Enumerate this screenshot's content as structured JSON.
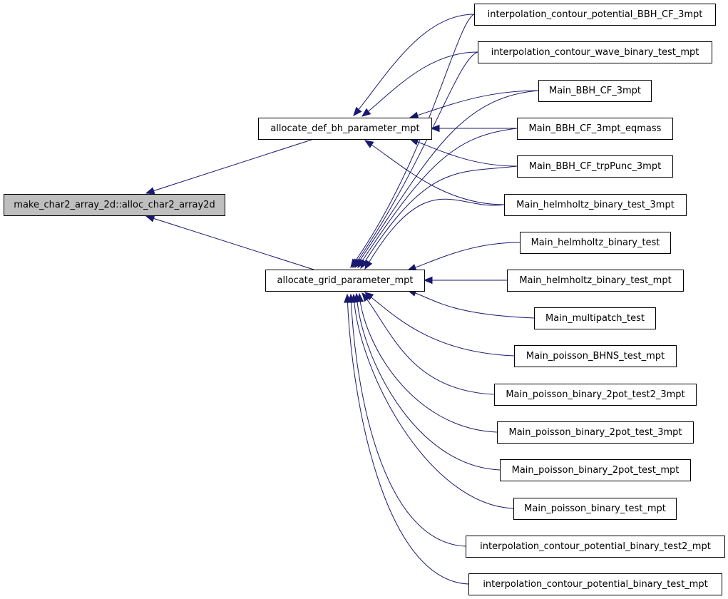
{
  "graph": {
    "nodes": [
      {
        "id": "root",
        "label": "make_char2_array_2d::alloc_char2_array2d",
        "highlighted": true
      },
      {
        "id": "def_bh",
        "label": "allocate_def_bh_parameter_mpt"
      },
      {
        "id": "grid",
        "label": "allocate_grid_parameter_mpt"
      },
      {
        "id": "icp_bbh",
        "label": "interpolation_contour_potential_BBH_CF_3mpt"
      },
      {
        "id": "icw_bin",
        "label": "interpolation_contour_wave_binary_test_mpt"
      },
      {
        "id": "m_bbh",
        "label": "Main_BBH_CF_3mpt"
      },
      {
        "id": "m_bbh_eq",
        "label": "Main_BBH_CF_3mpt_eqmass"
      },
      {
        "id": "m_bbh_trp",
        "label": "Main_BBH_CF_trpPunc_3mpt"
      },
      {
        "id": "m_helm_3",
        "label": "Main_helmholtz_binary_test_3mpt"
      },
      {
        "id": "m_helm",
        "label": "Main_helmholtz_binary_test"
      },
      {
        "id": "m_helm_mpt",
        "label": "Main_helmholtz_binary_test_mpt"
      },
      {
        "id": "m_multi",
        "label": "Main_multipatch_test"
      },
      {
        "id": "m_bhns",
        "label": "Main_poisson_BHNS_test_mpt"
      },
      {
        "id": "m_2pot_t2",
        "label": "Main_poisson_binary_2pot_test2_3mpt"
      },
      {
        "id": "m_2pot_3",
        "label": "Main_poisson_binary_2pot_test_3mpt"
      },
      {
        "id": "m_2pot_mpt",
        "label": "Main_poisson_binary_2pot_test_mpt"
      },
      {
        "id": "m_pbin",
        "label": "Main_poisson_binary_test_mpt"
      },
      {
        "id": "icp_bin2",
        "label": "interpolation_contour_potential_binary_test2_mpt"
      },
      {
        "id": "icp_bin",
        "label": "interpolation_contour_potential_binary_test_mpt"
      }
    ],
    "edges": [
      {
        "from": "def_bh",
        "to": "root"
      },
      {
        "from": "grid",
        "to": "root"
      },
      {
        "from": "icp_bbh",
        "to": "def_bh"
      },
      {
        "from": "icw_bin",
        "to": "def_bh"
      },
      {
        "from": "m_bbh",
        "to": "def_bh"
      },
      {
        "from": "m_bbh_eq",
        "to": "def_bh"
      },
      {
        "from": "m_bbh_trp",
        "to": "def_bh"
      },
      {
        "from": "m_helm_3",
        "to": "def_bh"
      },
      {
        "from": "icp_bbh",
        "to": "grid"
      },
      {
        "from": "icw_bin",
        "to": "grid"
      },
      {
        "from": "m_bbh",
        "to": "grid"
      },
      {
        "from": "m_bbh_eq",
        "to": "grid"
      },
      {
        "from": "m_bbh_trp",
        "to": "grid"
      },
      {
        "from": "m_helm_3",
        "to": "grid"
      },
      {
        "from": "m_helm",
        "to": "grid"
      },
      {
        "from": "m_helm_mpt",
        "to": "grid"
      },
      {
        "from": "m_multi",
        "to": "grid"
      },
      {
        "from": "m_bhns",
        "to": "grid"
      },
      {
        "from": "m_2pot_t2",
        "to": "grid"
      },
      {
        "from": "m_2pot_3",
        "to": "grid"
      },
      {
        "from": "m_2pot_mpt",
        "to": "grid"
      },
      {
        "from": "m_pbin",
        "to": "grid"
      },
      {
        "from": "icp_bin2",
        "to": "grid"
      },
      {
        "from": "icp_bin",
        "to": "grid"
      }
    ],
    "colors": {
      "edge": "#191970",
      "node_fill": "#ffffff",
      "highlight_fill": "#bfbfbf",
      "border": "#000000"
    }
  }
}
